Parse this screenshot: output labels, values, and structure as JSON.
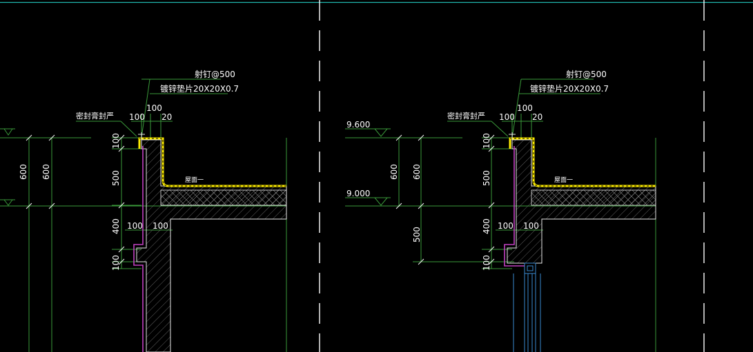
{
  "colors": {
    "background": "#000000",
    "frame_cyan": "#20b8b0",
    "dim_green": "#3a9a3a",
    "outline_white": "#e8e8e8",
    "membrane_yellow": "#ffee00",
    "membrane_magenta": "#c040c0",
    "glass_blue": "#3a8ad0",
    "text_white": "#ffffff"
  },
  "left_detail": {
    "note_nail": "射钉@500",
    "note_washer": "镀锌垫片20X20X0.7",
    "note_sealant": "密封膏封严",
    "dim_top_100a": "100",
    "dim_top_100b": "100",
    "dim_top_20": "20",
    "dim_mid_100a": "100",
    "dim_mid_100b": "100",
    "dim_v_100_top": "100",
    "dim_v_500": "500",
    "dim_v_400": "400",
    "dim_v_100_bot": "100",
    "dim_v_600a": "600",
    "dim_v_600b": "600",
    "roof_label": "屋面一"
  },
  "right_detail": {
    "note_nail": "射钉@500",
    "note_washer": "镀锌垫片20X20X0.7",
    "note_sealant": "密封膏封严",
    "elev_upper": "9.600",
    "elev_lower": "9.000",
    "dim_top_100a": "100",
    "dim_top_100b": "100",
    "dim_top_20": "20",
    "dim_mid_100a": "100",
    "dim_mid_100b": "100",
    "dim_v_100_top": "100",
    "dim_v_500": "500",
    "dim_v_400": "400",
    "dim_v_100_bot": "100",
    "dim_v_600a": "600",
    "dim_v_600b": "600",
    "dim_v_500_lower": "500",
    "roof_label": "屋面一"
  }
}
